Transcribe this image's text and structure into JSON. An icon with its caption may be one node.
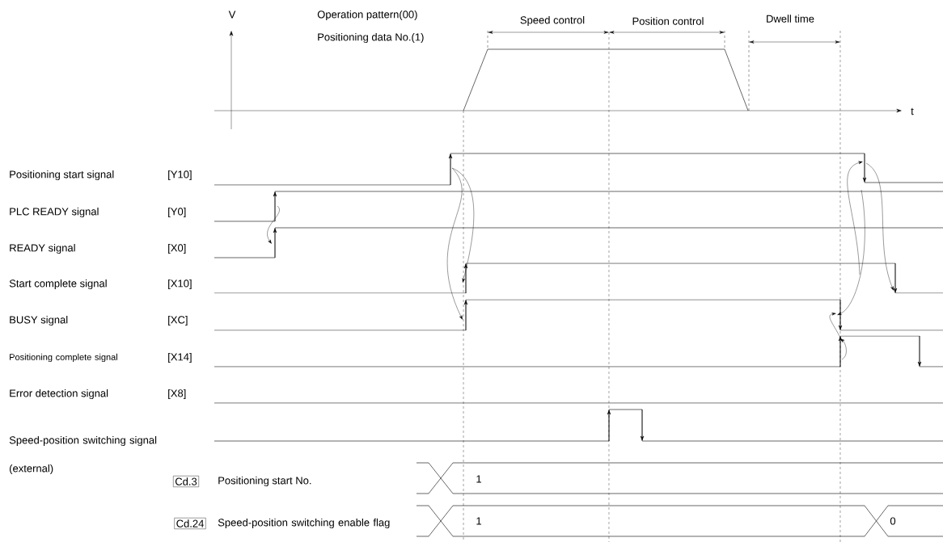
{
  "diagram": {
    "nodes": [
      {
        "text": [
          "Cd.3"
        ]
      },
      {
        "text": [
          "Cd.24"
        ]
      }
    ],
    "labels": [
      "V",
      "Operation pattern(00)",
      "Positioning data No.(1)",
      "Speed control",
      "Position control",
      "Dwell time",
      "t",
      "Positioning start signal",
      "[Y10]",
      "PLC READY signal",
      "[Y0]",
      "READY signal",
      "[X0]",
      "Start complete signal",
      "[X10]",
      "BUSY signal",
      "[XC]",
      "Positioning complete signal",
      "[X14]",
      "Error detection signal",
      "[X8]",
      "Speed-position switching signal",
      "(external)",
      "Positioning start No.",
      "Speed-position switching enable flag",
      "1",
      "1",
      "0"
    ]
  }
}
